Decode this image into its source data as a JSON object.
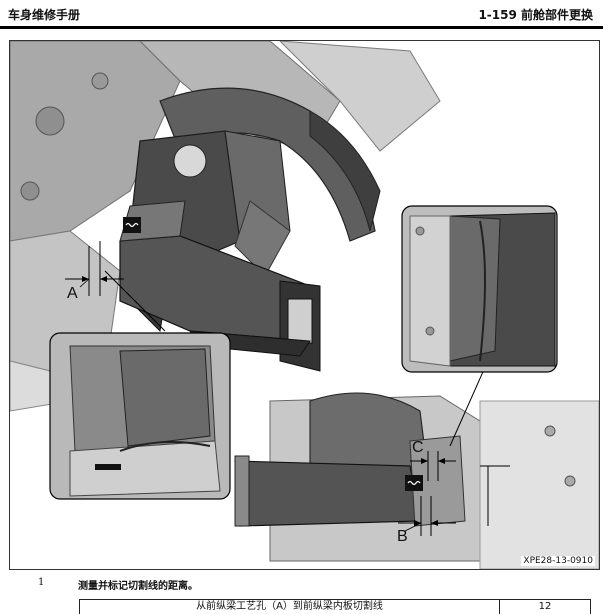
{
  "header": {
    "manual_title": "车身维修手册",
    "page_ref": "1-159   前舱部件更换"
  },
  "figure": {
    "figure_id": "XPE28-13-0910",
    "callouts": {
      "a": "A",
      "b": "B",
      "c": "C"
    }
  },
  "step": {
    "number": "1",
    "text": "测量并标记切割线的距离。"
  },
  "spec_table": {
    "label": "从前纵梁工艺孔（A）到前纵梁内板切割线",
    "value": "12"
  }
}
